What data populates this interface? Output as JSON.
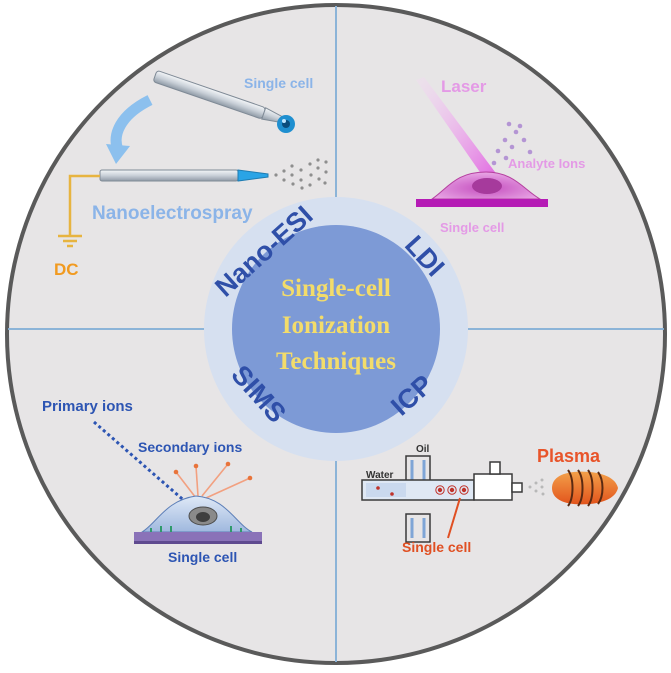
{
  "center": {
    "line1": "Single-cell",
    "line2": "Ionization",
    "line3": "Techniques"
  },
  "ring_labels": {
    "nano_esi": "Nano-ESI",
    "ldi": "LDI",
    "sims": "SIMS",
    "icp": "ICP"
  },
  "quadrant_nano_esi": {
    "single_cell": "Single cell",
    "nanoelectrospray": "Nanoelectrospray",
    "dc": "DC"
  },
  "quadrant_ldi": {
    "laser": "Laser",
    "analyte_ions": "Analyte Ions",
    "single_cell": "Single cell"
  },
  "quadrant_sims": {
    "primary_ions": "Primary ions",
    "secondary_ions": "Secondary ions",
    "single_cell": "Single cell"
  },
  "quadrant_icp": {
    "oil": "Oil",
    "water": "Water",
    "plasma": "Plasma",
    "single_cell": "Single cell"
  },
  "colors": {
    "outer_disc": "#e7e5e6",
    "outer_ring": "#5c5c5c",
    "divider": "#8cb4d8",
    "ring_band": "#d6e0f0",
    "center_disc": "#7d9ad6",
    "center_text": "#f3dc6a",
    "ring_text": "#2f4fa8",
    "nano_text": "#8bb4e8",
    "dc_text": "#f19a20",
    "laser_text": "#e49ae6",
    "sims_text": "#2d55b3",
    "plasma_text": "#e8542a",
    "icp_cell_text": "#e04f22"
  }
}
